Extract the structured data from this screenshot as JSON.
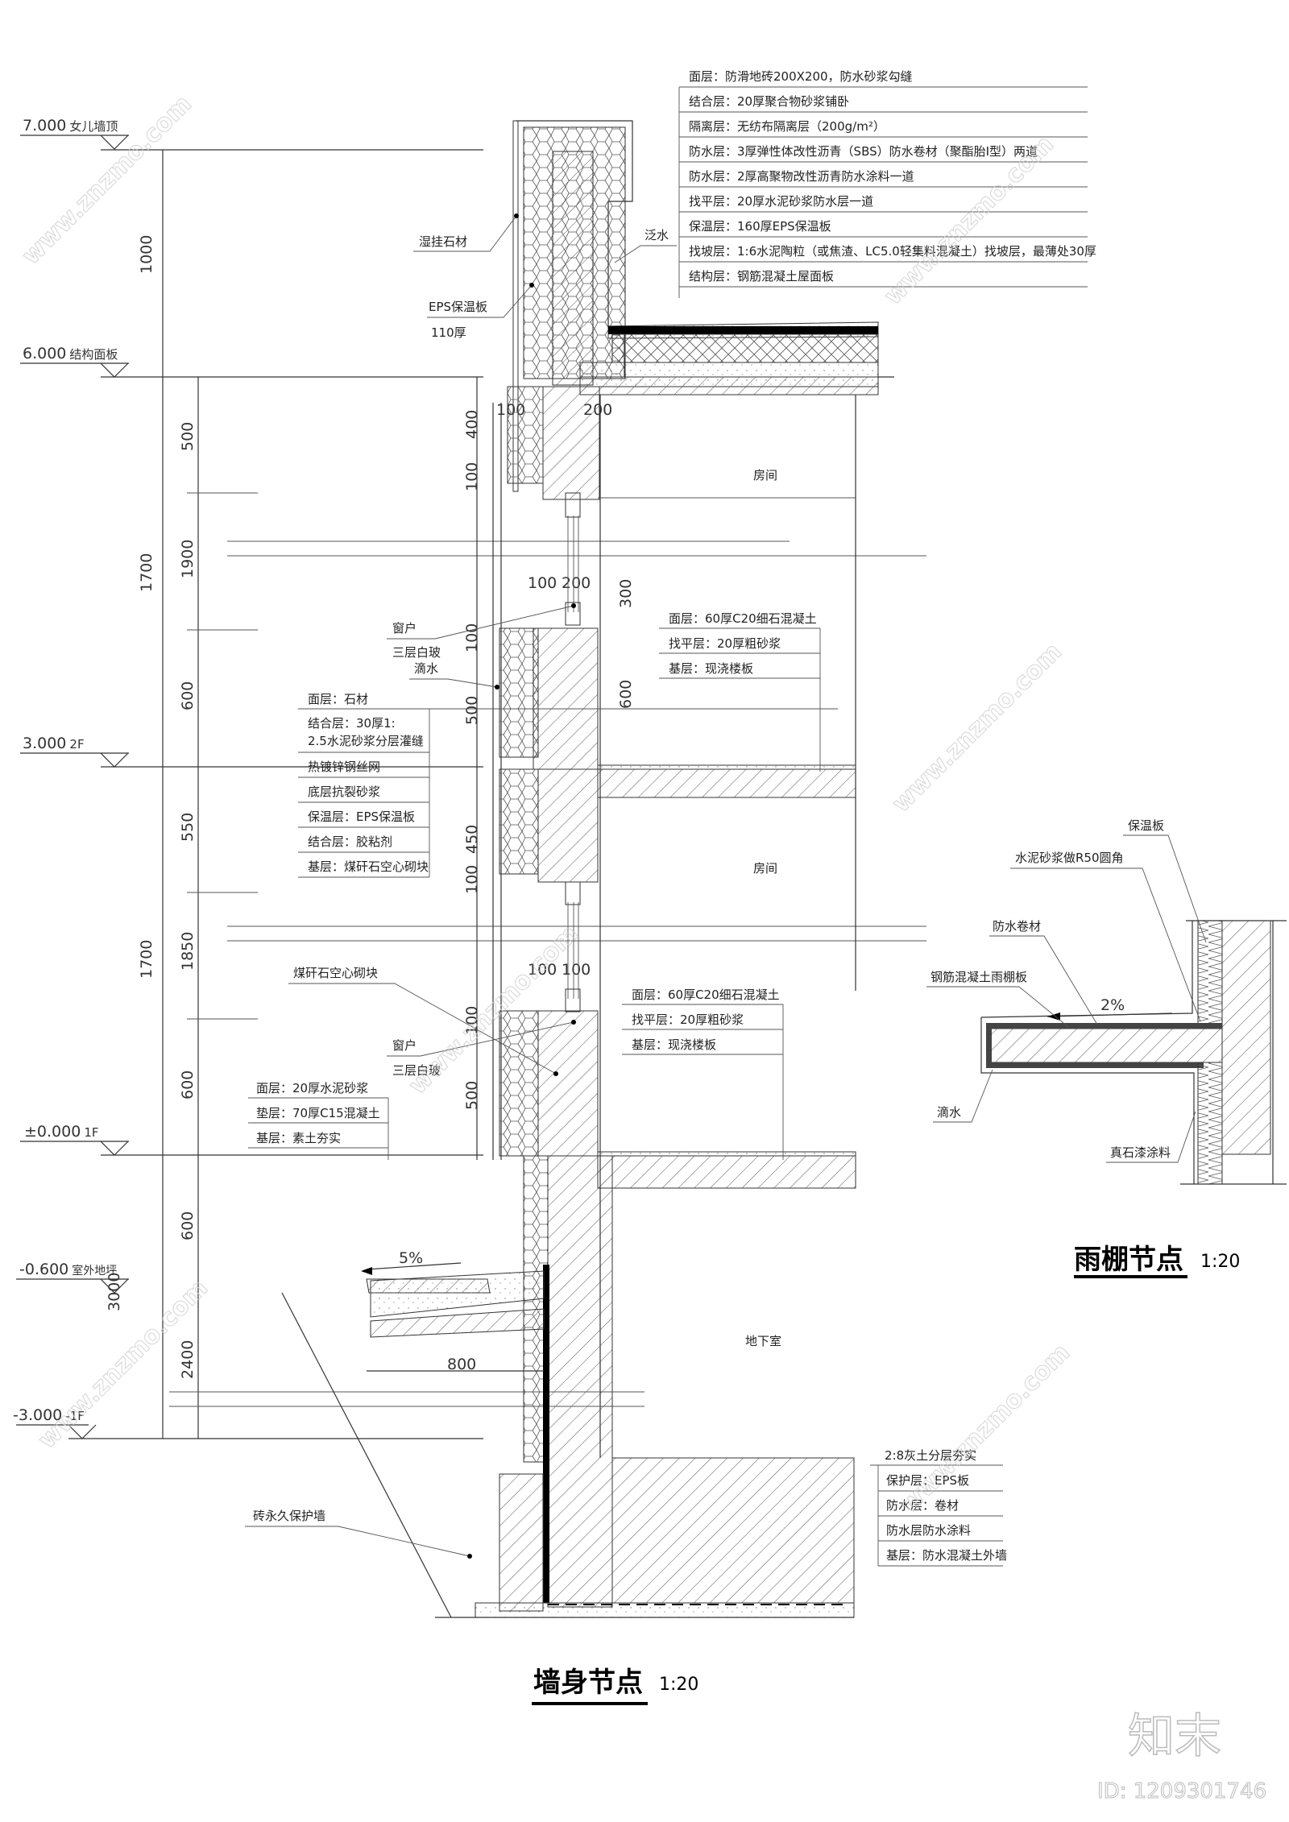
{
  "wall_section": {
    "title": "墙身节点",
    "scale": "1:20",
    "elevations": [
      {
        "value": "7.000",
        "note": "女儿墙顶"
      },
      {
        "value": "6.000",
        "note": "结构面板"
      },
      {
        "value": "3.000",
        "note": "2F"
      },
      {
        "value": "±0.000",
        "note": "1F"
      },
      {
        "value": "-0.600",
        "note": "室外地坪"
      },
      {
        "value": "-3.000",
        "note": "-1F"
      }
    ],
    "dims_outer": [
      "1000",
      "1700",
      "1700",
      "3000"
    ],
    "dims_inner": [
      "500",
      "1900",
      "600",
      "550",
      "1850",
      "600",
      "600",
      "2400"
    ],
    "dims_wall": [
      "400",
      "100",
      "100",
      "500",
      "450",
      "100",
      "100",
      "500"
    ],
    "dims_window": [
      "100",
      "200",
      "100",
      "200",
      "100",
      "100"
    ],
    "dims_floor": [
      "300",
      "600"
    ],
    "dim_800": "800",
    "slope": "5%",
    "roof_layers": [
      "面层：防滑地砖200X200，防水砂浆勾缝",
      "结合层：20厚聚合物砂浆铺卧",
      "隔离层：无纺布隔离层（200g/m²）",
      "防水层：3厚弹性体改性沥青（SBS）防水卷材（聚酯胎Ⅰ型）两道",
      "防水层：2厚高聚物改性沥青防水涂料一道",
      "找平层：20厚水泥砂浆防水层一道",
      "保温层：160厚EPS保温板",
      "找坡层：1:6水泥陶粒（或焦渣、LC5.0轻集料混凝土）找坡层，最薄处30厚",
      "结构层：钢筋混凝土屋面板"
    ],
    "wall_layers": [
      "面层：石材",
      "结合层：30厚1:",
      "2.5水泥砂浆分层灌缝",
      "热镀锌钢丝网",
      "底层抗裂砂浆",
      "保温层：EPS保温板",
      "结合层：胶粘剂",
      "基层：煤矸石空心砌块"
    ],
    "floor_layers_2f": [
      "面层：60厚C20细石混凝土",
      "找平层：20厚粗砂浆",
      "基层：现浇楼板"
    ],
    "floor_layers_1f": [
      "面层：60厚C20细石混凝土",
      "找平层：20厚粗砂浆",
      "基层：现浇楼板"
    ],
    "ground_layers": [
      "面层：20厚水泥砂浆",
      "垫层：70厚C15混凝土",
      "基层：素土夯实"
    ],
    "basement_layers": [
      "2:8灰土分层夯实",
      "保护层：EPS板",
      "防水层：卷材",
      "防水层防水涂料",
      "基层：防水混凝土外墙"
    ],
    "callouts": {
      "stone": "湿挂石材",
      "eps": "EPS保温板",
      "eps_thk": "110厚",
      "flashing": "泛水",
      "window": "窗户",
      "glass": "三层白玻",
      "drip": "滴水",
      "block": "煤矸石空心砌块",
      "window2": "窗户",
      "glass2": "三层白玻",
      "brick_wall": "砖永久保护墙"
    },
    "rooms": [
      "房间",
      "房间",
      "地下室"
    ]
  },
  "canopy": {
    "title": "雨棚节点",
    "scale": "1:20",
    "slope": "2%",
    "callouts": [
      "保温板",
      "水泥砂浆做R50圆角",
      "防水卷材",
      "钢筋混凝土雨棚板",
      "滴水",
      "真石漆涂料"
    ]
  },
  "watermark": {
    "brand": "知末",
    "id": "ID: 1209301746",
    "site": "www.znzmo.com"
  }
}
